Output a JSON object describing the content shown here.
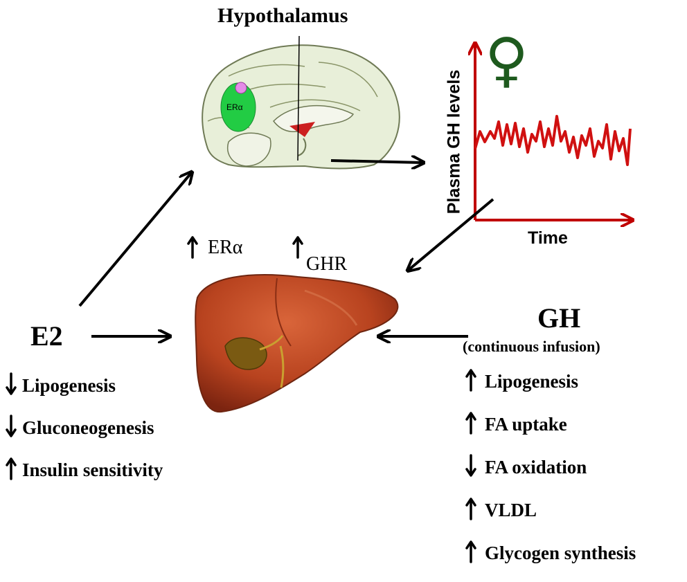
{
  "hypothalamus": {
    "title": "Hypothalamus",
    "nucleus_label": "ERα"
  },
  "gh_profile": {
    "y_axis_label": "Plasma GH levels",
    "x_axis_label": "Time",
    "sex_symbol": "♀"
  },
  "liver_receptors": [
    {
      "direction": "up",
      "label": "ERα"
    },
    {
      "direction": "up",
      "label": "GHR"
    }
  ],
  "e2": {
    "label": "E2",
    "effects": [
      {
        "direction": "down",
        "label": "Lipogenesis"
      },
      {
        "direction": "down",
        "label": "Gluconeogenesis"
      },
      {
        "direction": "up",
        "label": "Insulin sensitivity"
      }
    ]
  },
  "gh": {
    "label": "GH",
    "note": "(continuous infusion)",
    "effects": [
      {
        "direction": "up",
        "label": "Lipogenesis"
      },
      {
        "direction": "up",
        "label": "FA uptake"
      },
      {
        "direction": "down",
        "label": "FA oxidation"
      },
      {
        "direction": "up",
        "label": "VLDL"
      },
      {
        "direction": "up",
        "label": "Glycogen synthesis"
      }
    ]
  },
  "colors": {
    "arrow": "#000000",
    "axis": "#c00000",
    "trace": "#d01010",
    "sex_symbol": "#1e5a1e",
    "brain": "#e8efd9",
    "brain_outline": "#6f7a55",
    "nucleus": "#22cc44",
    "nucleus_dot": "#e58be8",
    "liver": "#b8431f",
    "gallbladder": "#7a5a12"
  }
}
